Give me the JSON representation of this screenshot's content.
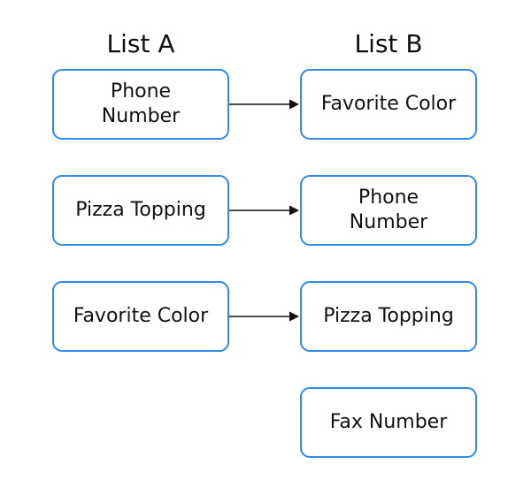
{
  "list_a": {
    "title": "List A",
    "items": [
      {
        "label": "Phone Number"
      },
      {
        "label": "Pizza Topping"
      },
      {
        "label": "Favorite Color"
      }
    ]
  },
  "list_b": {
    "title": "List B",
    "items": [
      {
        "label": "Favorite Color"
      },
      {
        "label": "Phone Number"
      },
      {
        "label": "Pizza Topping"
      },
      {
        "label": "Fax Number"
      }
    ]
  },
  "colors": {
    "box_border": "#2f8be6",
    "arrow": "#111111"
  }
}
